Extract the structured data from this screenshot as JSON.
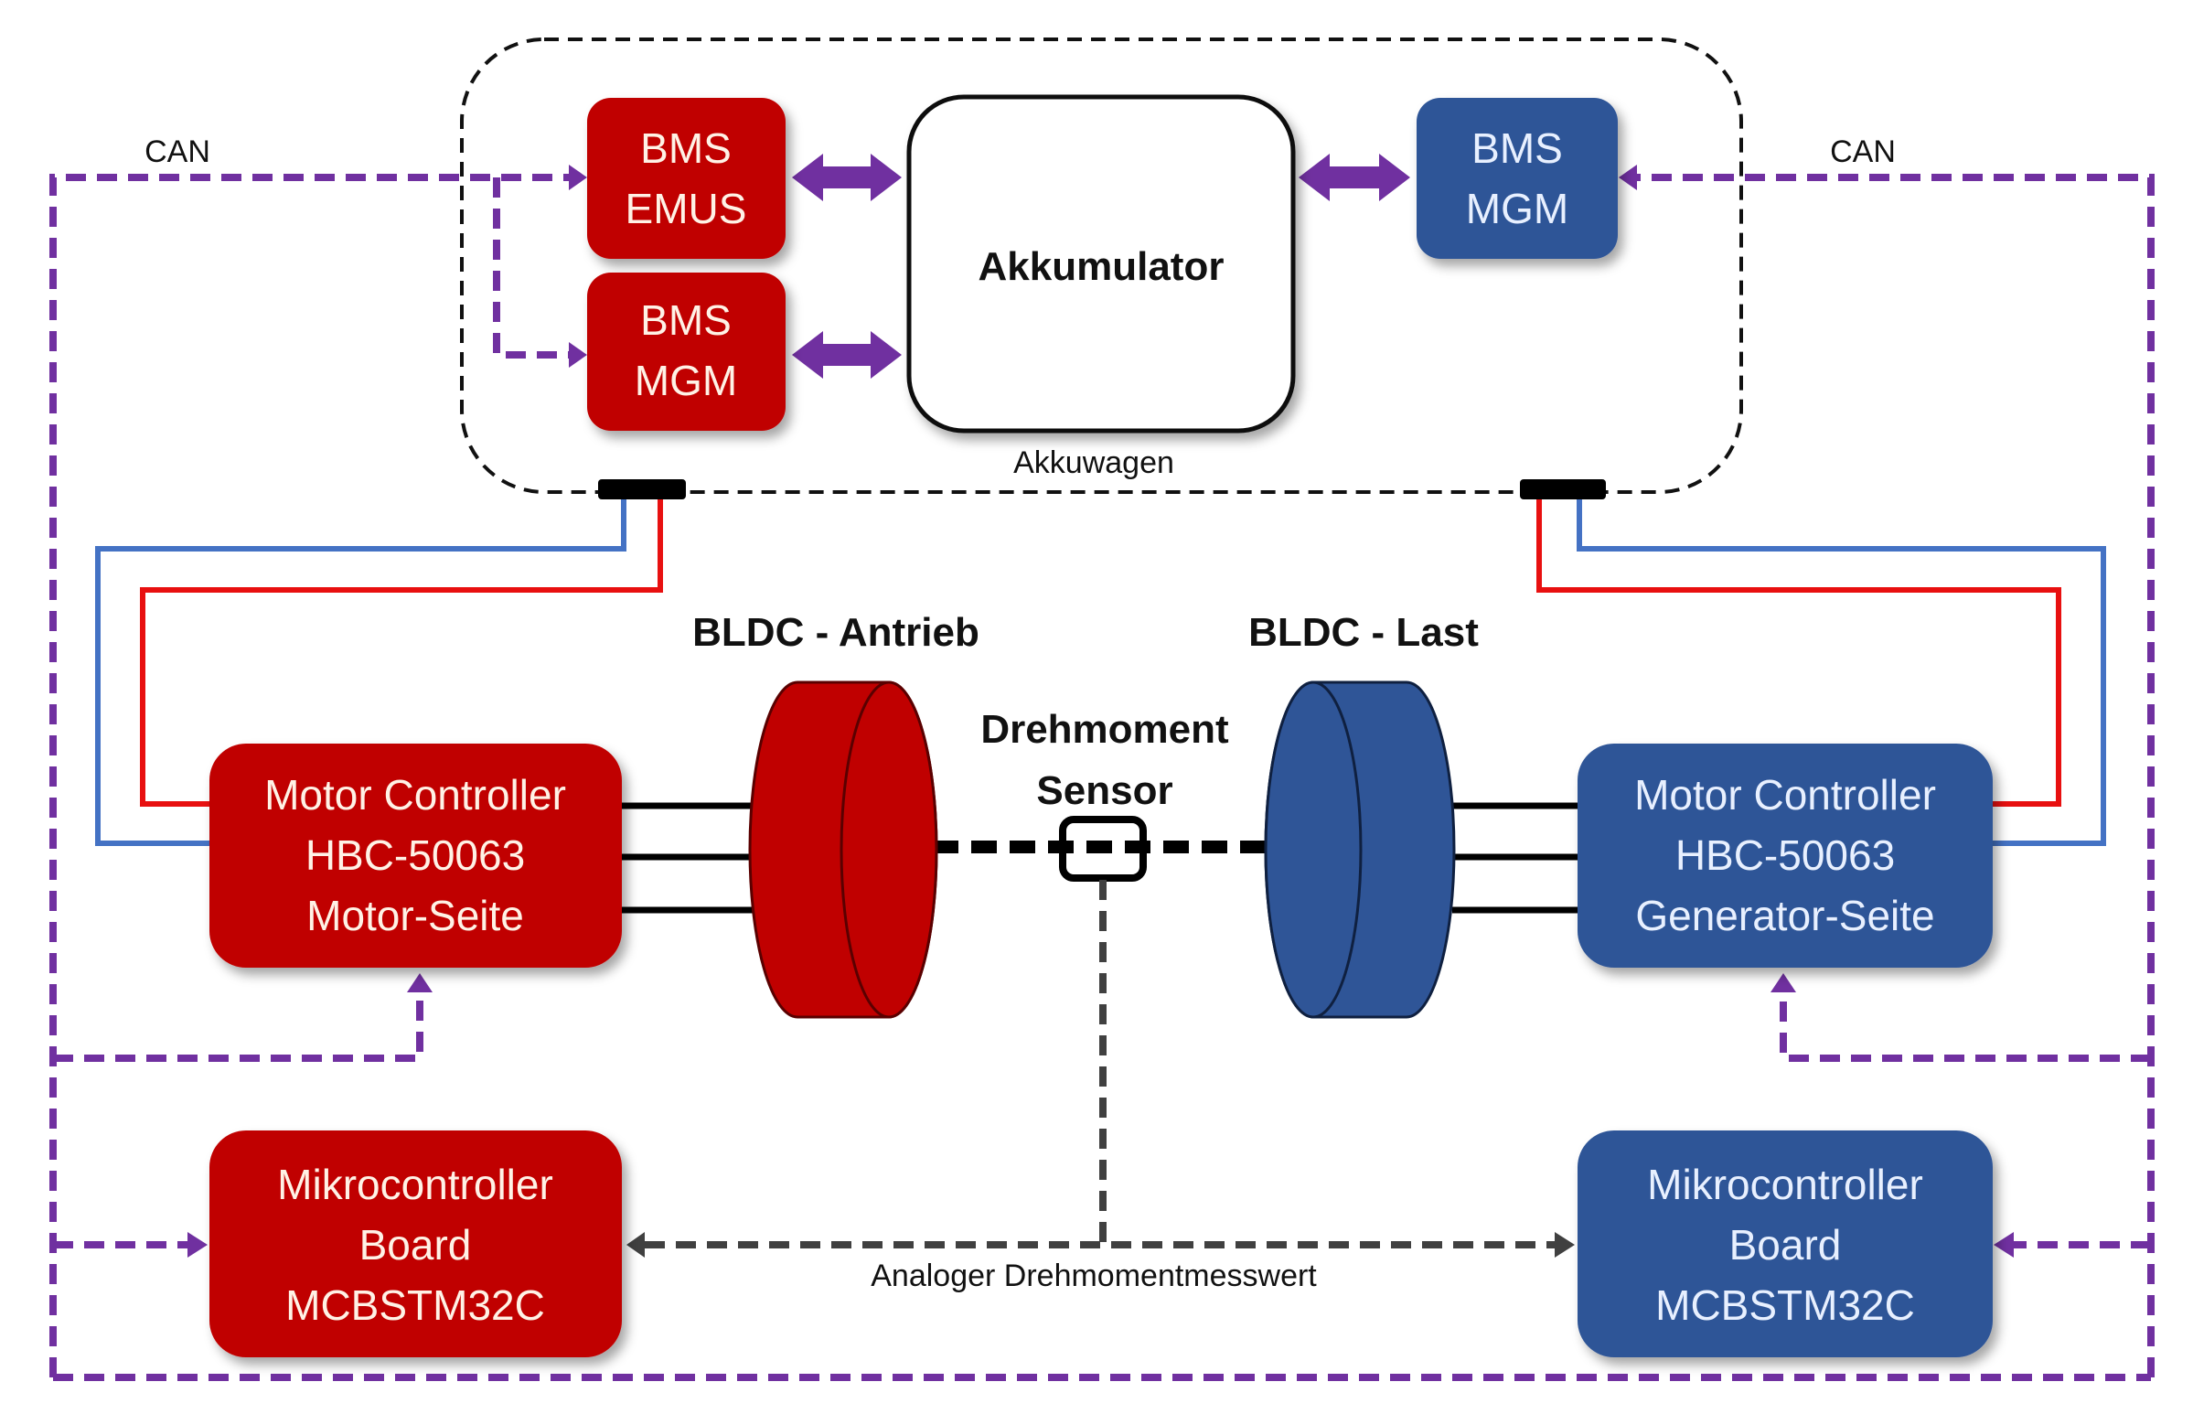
{
  "diagram": {
    "akkuwagen_label": "Akkuwagen",
    "akkumulator_label": "Akkumulator",
    "bms_emus": {
      "line1": "BMS",
      "line2": "EMUS"
    },
    "bms_mgm_red": {
      "line1": "BMS",
      "line2": "MGM"
    },
    "bms_mgm_blue": {
      "line1": "BMS",
      "line2": "MGM"
    },
    "can_left_label": "CAN",
    "can_right_label": "CAN",
    "bldc_antrieb_label": "BLDC - Antrieb",
    "bldc_last_label": "BLDC - Last",
    "sensor_label_line1": "Drehmoment",
    "sensor_label_line2": "Sensor",
    "motor_controller_left": {
      "line1": "Motor Controller",
      "line2": "HBC-50063",
      "line3": "Motor-Seite"
    },
    "motor_controller_right": {
      "line1": "Motor Controller",
      "line2": "HBC-50063",
      "line3": "Generator-Seite"
    },
    "mikrocontroller_left": {
      "line1": "Mikrocontroller",
      "line2": "Board",
      "line3": "MCBSTM32C"
    },
    "mikrocontroller_right": {
      "line1": "Mikrocontroller",
      "line2": "Board",
      "line3": "MCBSTM32C"
    },
    "analog_label": "Analoger Drehmomentmesswert"
  },
  "colors": {
    "red": "#c00000",
    "blue": "#2f5597",
    "purple": "#7030a0",
    "dark_gray": "#404040",
    "wire_red": "#e81010",
    "wire_blue": "#4472c4"
  }
}
